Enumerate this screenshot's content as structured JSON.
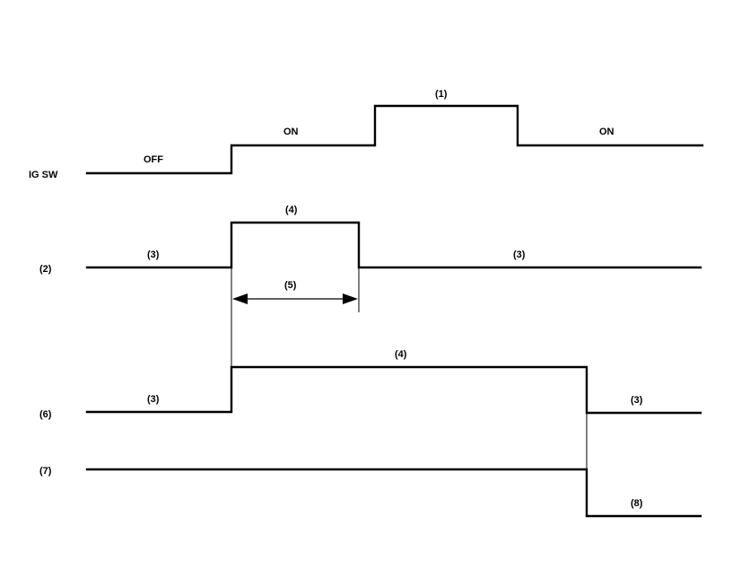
{
  "labels": {
    "ig_sw": "IG SW",
    "off": "OFF",
    "on_first": "ON",
    "on_second": "ON",
    "callout_1": "(1)",
    "signal_2": "(2)",
    "callout_3_row2_left": "(3)",
    "callout_3_row2_right": "(3)",
    "callout_4_row2": "(4)",
    "callout_5": "(5)",
    "signal_6": "(6)",
    "callout_3_row3_left": "(3)",
    "callout_4_row3": "(4)",
    "callout_3_row3_right": "(3)",
    "signal_7": "(7)",
    "callout_8": "(8)"
  }
}
